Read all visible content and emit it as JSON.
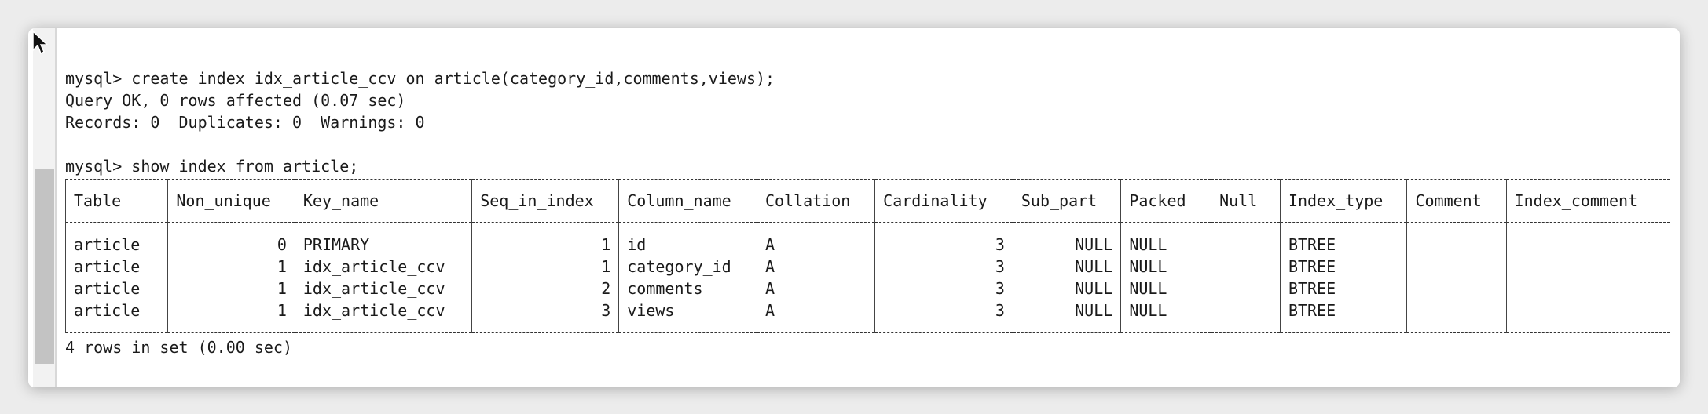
{
  "terminal": {
    "lines": {
      "cmd1": "mysql> create index idx_article_ccv on article(category_id,comments,views);",
      "out1": "Query OK, 0 rows affected (0.07 sec)",
      "out2": "Records: 0  Duplicates: 0  Warnings: 0",
      "cmd2": "mysql> show index from article;",
      "footer": "4 rows in set (0.00 sec)"
    },
    "table": {
      "headers": [
        "Table",
        "Non_unique",
        "Key_name",
        "Seq_in_index",
        "Column_name",
        "Collation",
        "Cardinality",
        "Sub_part",
        "Packed",
        "Null",
        "Index_type",
        "Comment",
        "Index_comment"
      ],
      "rows": [
        [
          "article",
          "0",
          "PRIMARY",
          "1",
          "id",
          "A",
          "3",
          "NULL",
          "NULL",
          "",
          "BTREE",
          "",
          ""
        ],
        [
          "article",
          "1",
          "idx_article_ccv",
          "1",
          "category_id",
          "A",
          "3",
          "NULL",
          "NULL",
          "",
          "BTREE",
          "",
          ""
        ],
        [
          "article",
          "1",
          "idx_article_ccv",
          "2",
          "comments",
          "A",
          "3",
          "NULL",
          "NULL",
          "",
          "BTREE",
          "",
          ""
        ],
        [
          "article",
          "1",
          "idx_article_ccv",
          "3",
          "views",
          "A",
          "3",
          "NULL",
          "NULL",
          "",
          "BTREE",
          "",
          ""
        ]
      ]
    }
  },
  "icons": {
    "cursor": "mouse-pointer-icon"
  }
}
